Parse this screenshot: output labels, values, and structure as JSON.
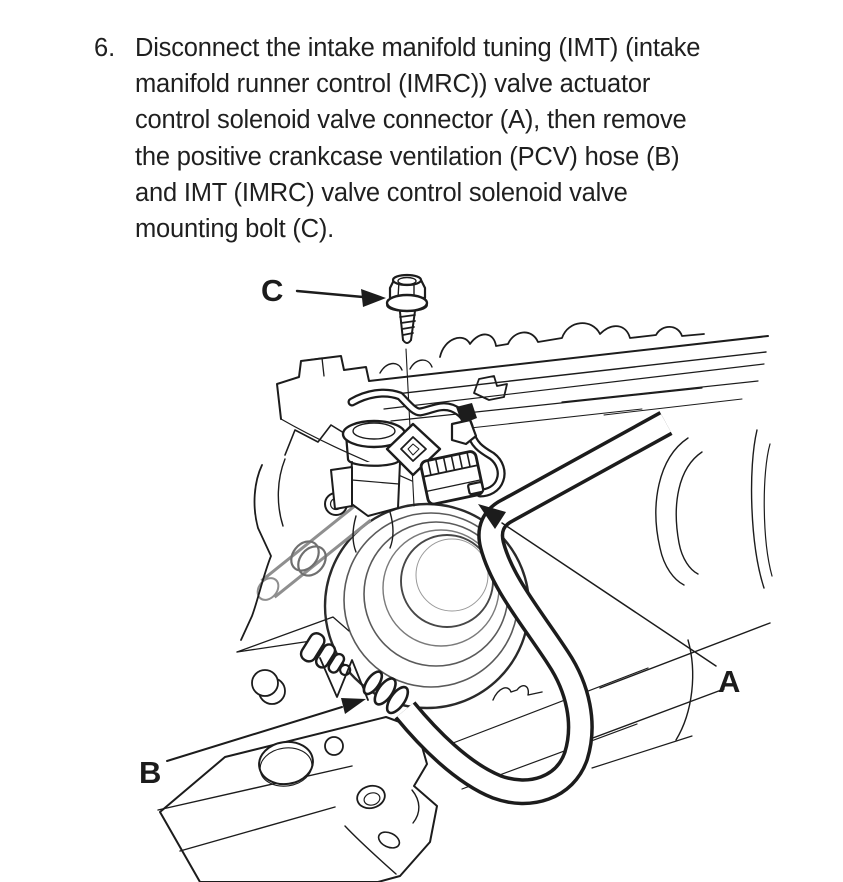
{
  "document": {
    "step": {
      "number": "6.",
      "lines": [
        "Disconnect the intake manifold tuning (IMT) (intake",
        "manifold runner control (IMRC)) valve actuator",
        "control solenoid valve connector (A), then remove",
        "the positive crankcase ventilation (PCV) hose (B)",
        "and IMT (IMRC) valve control solenoid valve",
        "mounting bolt (C)."
      ]
    },
    "figure": {
      "callout_a": "A",
      "callout_b": "B",
      "callout_c": "C"
    }
  },
  "colors": {
    "ink": "#1c1c1c",
    "paper": "#ffffff"
  }
}
